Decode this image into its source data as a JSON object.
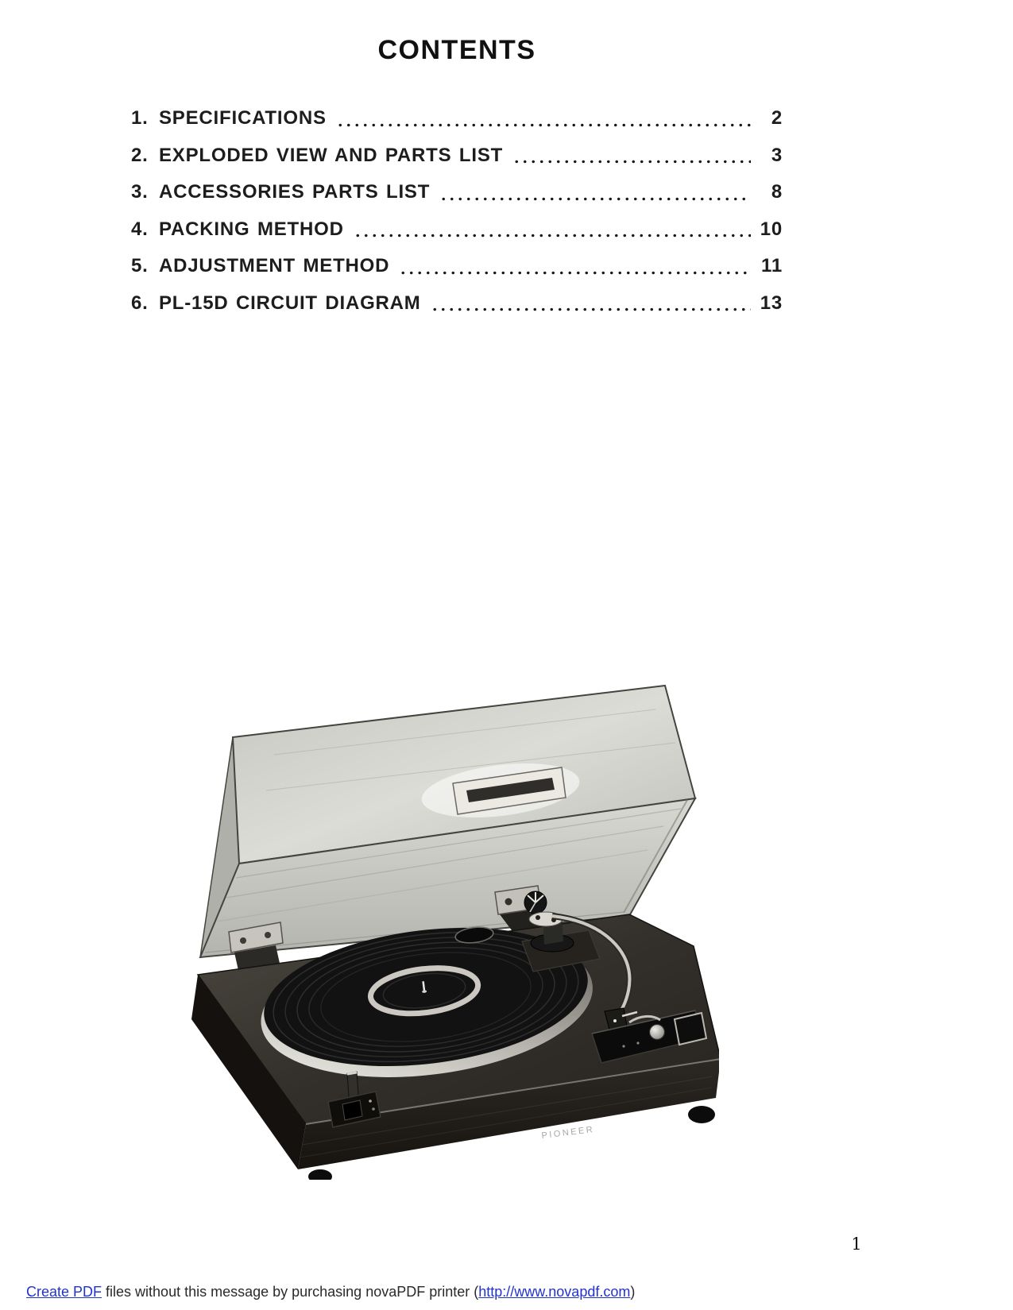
{
  "page": {
    "title": "CONTENTS",
    "page_number": "1"
  },
  "toc": [
    {
      "num": "1.",
      "label": "SPECIFICATIONS",
      "page": "2"
    },
    {
      "num": "2.",
      "label": "EXPLODED VIEW AND PARTS LIST",
      "page": "3"
    },
    {
      "num": "3.",
      "label": "ACCESSORIES PARTS LIST",
      "page": "8"
    },
    {
      "num": "4.",
      "label": "PACKING METHOD",
      "page": "10"
    },
    {
      "num": "5.",
      "label": "ADJUSTMENT METHOD",
      "page": "11"
    },
    {
      "num": "6.",
      "label": "PL-15D CIRCUIT DIAGRAM",
      "page": "13"
    }
  ],
  "photo": {
    "brand_label": "PIONEER"
  },
  "footer": {
    "link_create_pdf": "Create PDF",
    "text_middle": " files without this message by purchasing novaPDF printer (",
    "link_url": "http://www.novapdf.com",
    "text_end": ")",
    "link_color": "#2233cc",
    "text_color": "#2a2a2a"
  }
}
